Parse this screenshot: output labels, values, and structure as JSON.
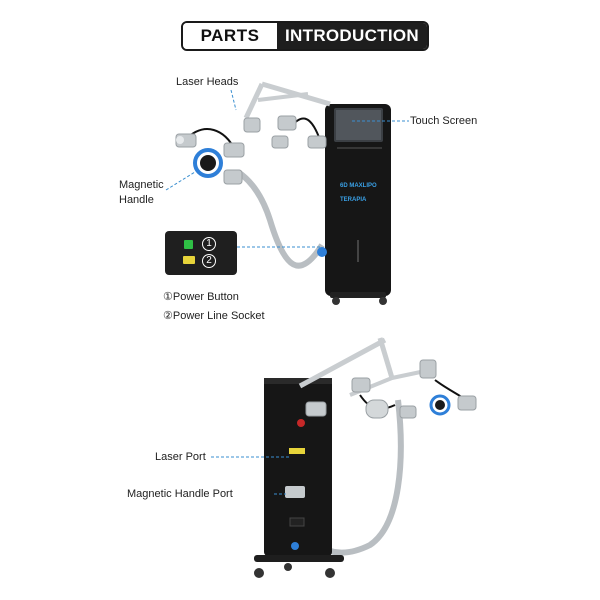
{
  "header": {
    "left": "PARTS",
    "right": "INTRODUCTION"
  },
  "labels": {
    "laser_heads": "Laser Heads",
    "touch_screen": "Touch Screen",
    "magnetic_handle": [
      "Magnetic",
      "Handle"
    ],
    "laser_port": "Laser Port",
    "magnetic_handle_port": "Magnetic Handle Port"
  },
  "inset": {
    "num1": "1",
    "num2": "2"
  },
  "legend": {
    "item1": "①Power Button",
    "item2": "②Power Line Socket"
  },
  "device_front": {
    "brand_line1": "6D MAXLIPO",
    "brand_line2": "TERAPIA"
  },
  "colors": {
    "machine_body": "#161616",
    "accent_blue": "#2e7fd8",
    "dashed_line": "#3a8fd0",
    "cable": "#b9bec2"
  }
}
